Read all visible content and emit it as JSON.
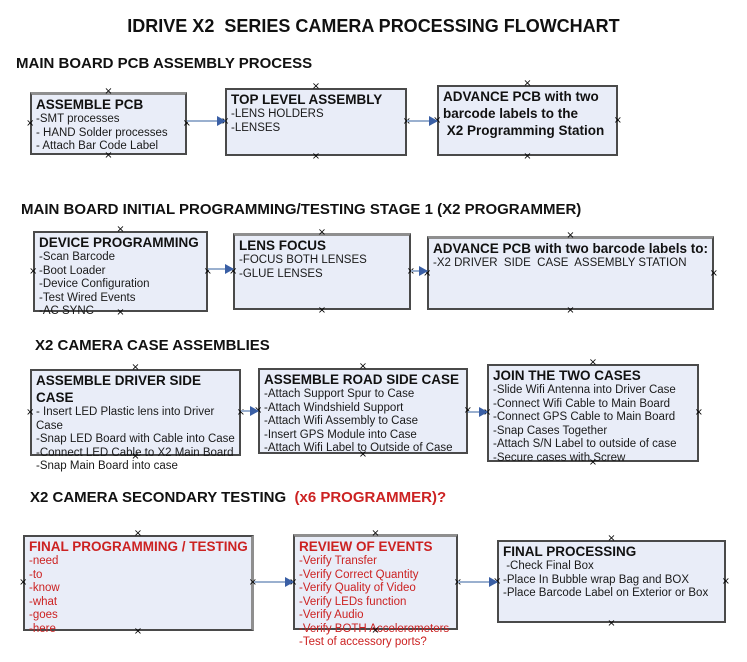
{
  "title": "IDRIVE X2  SERIES CAMERA PROCESSING FLOWCHART",
  "connection_marker": "×",
  "colors": {
    "box_fill": "#e9edf8",
    "box_border": "#4a4a4a",
    "arrow_line": "#9ab0cf",
    "arrow_head": "#3a5fa5",
    "red_text": "#cc2222",
    "text": "#1a1a1a"
  },
  "sections": [
    {
      "heading": "MAIN BOARD PCB ASSEMBLY PROCESS",
      "boxes": [
        {
          "title": "ASSEMBLE PCB",
          "lines": [
            "-SMT processes",
            "- HAND Solder processes",
            "- Attach Bar Code Label"
          ]
        },
        {
          "title": "TOP LEVEL ASSEMBLY",
          "lines": [
            "-LENS HOLDERS",
            "-LENSES"
          ]
        },
        {
          "title": "ADVANCE PCB with two\nbarcode labels to the\n X2 Programming Station",
          "lines": []
        }
      ]
    },
    {
      "heading": "MAIN BOARD INITIAL PROGRAMMING/TESTING STAGE 1 (X2 PROGRAMMER)",
      "boxes": [
        {
          "title": "DEVICE PROGRAMMING",
          "lines": [
            "-Scan Barcode",
            "-Boot Loader",
            "-Device Configuration",
            "-Test Wired Events",
            "-AC SYNC"
          ]
        },
        {
          "title": "LENS FOCUS",
          "lines": [
            "-FOCUS BOTH LENSES",
            "-GLUE LENSES"
          ]
        },
        {
          "title": "ADVANCE PCB with two barcode labels to:",
          "lines": [
            "-X2 DRIVER  SIDE  CASE  ASSEMBLY STATION"
          ]
        }
      ]
    },
    {
      "heading": "X2 CAMERA CASE ASSEMBLIES",
      "boxes": [
        {
          "title": "ASSEMBLE DRIVER SIDE CASE",
          "lines": [
            "- Insert LED Plastic lens into Driver Case",
            "-Snap LED Board with Cable into Case",
            "-Connect LED Cable to X2 Main Board",
            "-Snap Main Board into case"
          ]
        },
        {
          "title": "ASSEMBLE ROAD SIDE CASE",
          "lines": [
            "-Attach Support Spur to Case",
            "-Attach Windshield Support",
            "-Attach Wifi Assembly to Case",
            "-Insert GPS Module into Case",
            "-Attach Wifi Label to Outside of Case"
          ]
        },
        {
          "title": "JOIN THE TWO CASES",
          "lines": [
            "-Slide Wifi Antenna into Driver Case",
            "-Connect Wifi Cable to Main Board",
            "-Connect GPS Cable to Main Board",
            "-Snap Cases Together",
            "-Attach S/N Label to outside of case",
            "-Secure cases with Screw"
          ]
        }
      ]
    },
    {
      "heading": "X2 CAMERA SECONDARY TESTING",
      "heading_suffix": "  (x6 PROGRAMMER)?",
      "boxes": [
        {
          "title": "FINAL PROGRAMMING / TESTING",
          "lines": [
            "-need",
            "-to",
            "-know",
            "-what",
            "-goes",
            "-here"
          ]
        },
        {
          "title": "REVIEW OF EVENTS",
          "lines": [
            "-Verify Transfer",
            "-Verify Correct Quantity",
            "-Verify Quality of Video",
            "-Verify LEDs function",
            "-Verify Audio",
            "-Verify BOTH Accelerometers",
            "-Test of accessory ports?"
          ]
        },
        {
          "title": "FINAL PROCESSING",
          "lines": [
            " -Check Final Box",
            "-Place In Bubble wrap Bag and BOX",
            "-Place Barcode Label on Exterior or Box"
          ]
        }
      ]
    }
  ]
}
